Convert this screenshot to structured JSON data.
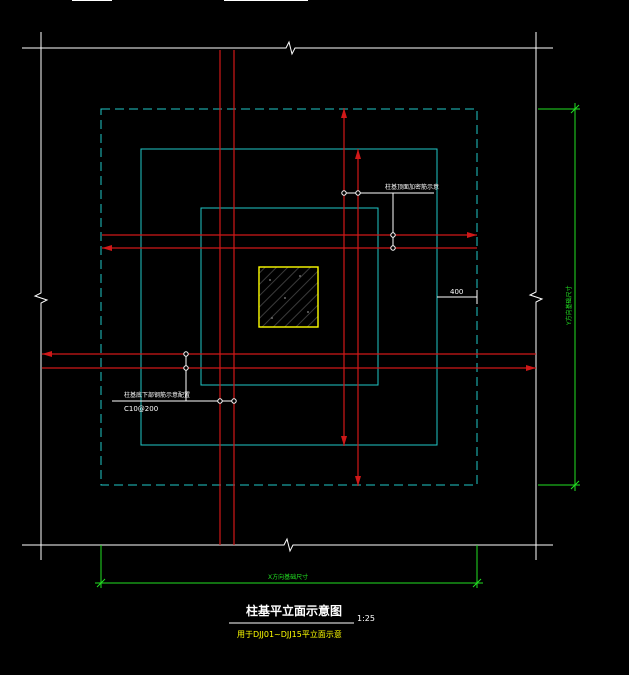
{
  "drawing": {
    "title": "柱基平立面示意图",
    "scale": "1:25",
    "subtitle": "用于DJJ01~DJJ15平立面示意",
    "labels": {
      "upper_rebar_note": "柱基顶面加密筋示意",
      "lower_rebar_note": "柱基底下部钢筋示意配置",
      "lower_rebar_spec": "C10@200",
      "offset_dim": "400",
      "x_dim": "X方向基础尺寸",
      "y_dim": "Y方向基础尺寸"
    }
  },
  "colors": {
    "background": "#000000",
    "outline": "#ffffff",
    "foundation": "#20c8c8",
    "rebar": "#d01818",
    "column": "#ffff00",
    "dimension": "#22e022"
  }
}
